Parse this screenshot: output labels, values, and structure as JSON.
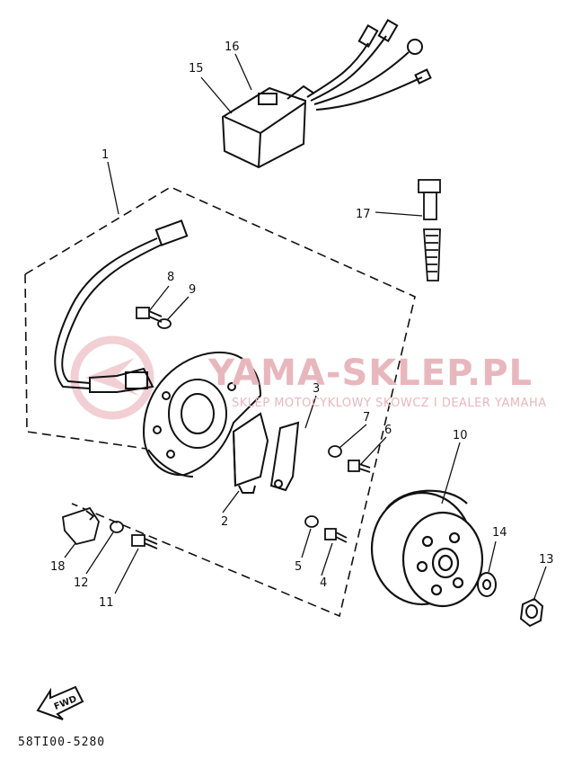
{
  "document": {
    "code": "58TI00-5280"
  },
  "watermark": {
    "brand": "YAMA-SKLEP.PL",
    "tagline": "SKLEP MOTOCYKLOWY SKOWCZ I DEALER YAMAHA"
  },
  "fwd_arrow": {
    "label": "FWD"
  },
  "parts": [
    {
      "ref": "1",
      "component": "stator-assembly"
    },
    {
      "ref": "2",
      "component": "pickup-coil"
    },
    {
      "ref": "3",
      "component": "clamp"
    },
    {
      "ref": "4",
      "component": "screw"
    },
    {
      "ref": "5",
      "component": "washer"
    },
    {
      "ref": "6",
      "component": "screw"
    },
    {
      "ref": "7",
      "component": "washer"
    },
    {
      "ref": "8",
      "component": "screw"
    },
    {
      "ref": "9",
      "component": "washer"
    },
    {
      "ref": "10",
      "component": "rotor-flywheel"
    },
    {
      "ref": "11",
      "component": "screw"
    },
    {
      "ref": "12",
      "component": "washer"
    },
    {
      "ref": "13",
      "component": "nut"
    },
    {
      "ref": "14",
      "component": "washer"
    },
    {
      "ref": "15",
      "component": "cdi-unit"
    },
    {
      "ref": "16",
      "component": "cdi-unit-bracket"
    },
    {
      "ref": "17",
      "component": "band"
    },
    {
      "ref": "18",
      "component": "grommet"
    }
  ],
  "colors": {
    "line": "#111111",
    "watermark": "#e8b7bd"
  }
}
